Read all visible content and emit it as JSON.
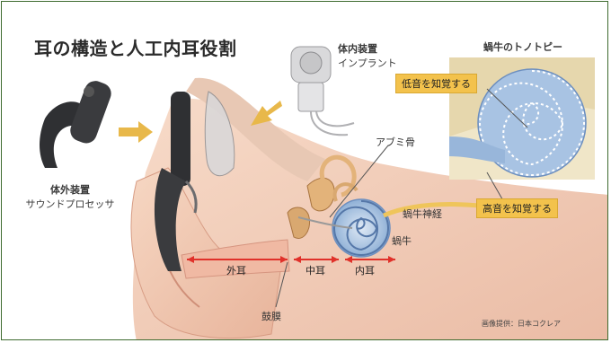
{
  "title": "耳の構造と人工内耳役割",
  "external_device": {
    "line1": "体外装置",
    "line2": "サウンドプロセッサ"
  },
  "internal_device": {
    "line1": "体内装置",
    "line2": "インプラント"
  },
  "labels": {
    "stapes": "アブミ骨",
    "cochlear_nerve": "蝸牛神経",
    "cochlea": "蝸牛",
    "eardrum": "鼓膜",
    "outer_ear": "外耳",
    "middle_ear": "中耳",
    "inner_ear": "内耳"
  },
  "tonotopy": {
    "heading": "蝸牛のトノトピー",
    "low": "低音を知覚する",
    "high": "高音を知覚する"
  },
  "credit": "画像提供：日本コクレア",
  "colors": {
    "arrow": "#e8b84a",
    "measure": "#e0312a",
    "tag": "#f3c24c",
    "border": "#3e6b2f"
  }
}
